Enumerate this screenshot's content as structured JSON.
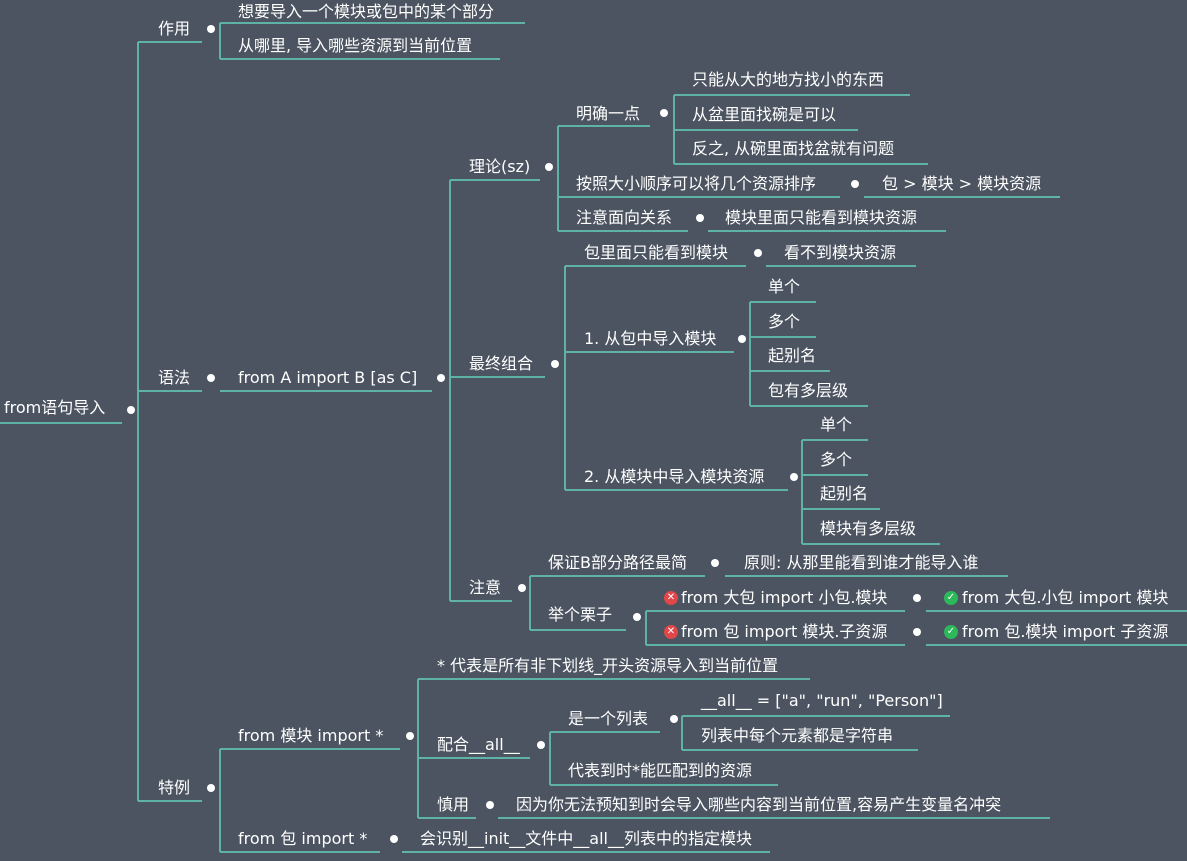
{
  "colors": {
    "background": "#4b5460",
    "connector": "#5fb3a6",
    "text": "#ffffff",
    "collapse_dot": "#ffffff",
    "error_icon": "#e0474a",
    "ok_icon": "#2eb85c"
  },
  "nodes": {
    "root": "from语句导入",
    "purpose": "作用",
    "purpose_1": "想要导入一个模块或包中的某个部分",
    "purpose_2": "从哪里, 导入哪些资源到当前位置",
    "syntax": "语法",
    "syntax_form": "from A import B [as C]",
    "theory": "理论(sz)",
    "clarify": "明确一点",
    "clarify_1": "只能从大的地方找小的东西",
    "clarify_2": "从盆里面找碗是可以",
    "clarify_3": "反之, 从碗里面找盆就有问题",
    "order": "按照大小顺序可以将几个资源排序",
    "order_value": "包 > 模块 > 模块资源",
    "relation": "注意面向关系",
    "relation_value": "模块里面只能看到模块资源",
    "final_combo": "最终组合",
    "pkg_only": "包里面只能看到模块",
    "pkg_only_value": "看不到模块资源",
    "from_pkg": "1. 从包中导入模块",
    "from_pkg_1": "单个",
    "from_pkg_2": "多个",
    "from_pkg_3": "起别名",
    "from_pkg_4": "包有多层级",
    "from_module": "2. 从模块中导入模块资源",
    "from_module_1": "单个",
    "from_module_2": "多个",
    "from_module_3": "起别名",
    "from_module_4": "模块有多层级",
    "note": "注意",
    "shortest": "保证B部分路径最简",
    "principle": "原则: 从那里能看到谁才能导入谁",
    "example": "举个栗子",
    "ex1_bad": "from 大包 import 小包.模块",
    "ex1_good": "from 大包.小包 import 模块",
    "ex2_bad": "from 包 import 模块.子资源",
    "ex2_good": "from 包.模块 import 子资源",
    "special": "特例",
    "star_module": "from 模块 import *",
    "star_meaning": "* 代表是所有非下划线_开头资源导入到当前位置",
    "with_all": "配合__all__",
    "is_list": "是一个列表",
    "all_value": "__all__ = [\"a\", \"run\", \"Person\"]",
    "list_items": "列表中每个元素都是字符串",
    "all_match": "代表到时*能匹配到的资源",
    "careful": "慎用",
    "careful_reason": "因为你无法预知到时会导入哪些内容到当前位置,容易产生变量名冲突",
    "star_pkg": "from 包 import *",
    "star_pkg_value": "会识别__init__文件中__all__列表中的指定模块"
  }
}
